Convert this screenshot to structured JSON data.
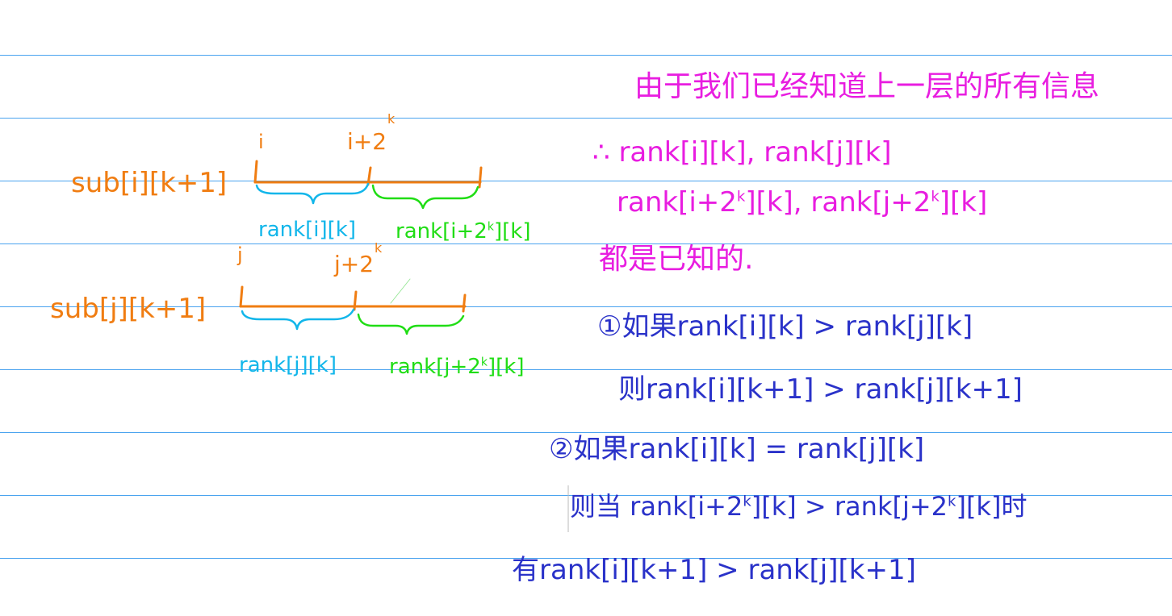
{
  "colors": {
    "orange": "#f07d12",
    "cyan": "#12b6ea",
    "green": "#20dd15",
    "magenta": "#e81de0",
    "blue": "#2a32c9",
    "rule": "#4aa3ef"
  },
  "left_diagram": {
    "row_i": {
      "label": "sub[i][k+1]",
      "start_mark": "i",
      "mid_mark": "i+2",
      "mid_exp": "k",
      "left_half": "rank[i][k]",
      "right_half": "rank[i+2",
      "right_half_exp": "k",
      "right_half_tail": "][k]"
    },
    "row_j": {
      "label": "sub[j][k+1]",
      "start_mark": "j",
      "mid_mark": "j+2",
      "mid_exp": "k",
      "left_half": "rank[j][k]",
      "right_half": "rank[j+2",
      "right_half_exp": "k",
      "right_half_tail": "][k]"
    }
  },
  "right_notes": {
    "heading": "由于我们已经知道上一层的所有信息",
    "line1": "∴ rank[i][k], rank[j][k]",
    "line2_a": "rank[i+2",
    "line2_a_exp": "k",
    "line2_a_tail": "][k], rank[j+2",
    "line2_b_exp": "k",
    "line2_b_tail": "][k]",
    "line3": "都是已知的.",
    "case1_num": "①",
    "case1_cond": "如果rank[i][k] > rank[j][k]",
    "case1_then": "则rank[i][k+1] > rank[j][k+1]",
    "case2_num": "②",
    "case2_cond": "如果rank[i][k] = rank[j][k]",
    "case2_then_a": "则当 rank[i+2",
    "case2_then_a_exp": "k",
    "case2_then_mid": "][k] > rank[j+2",
    "case2_then_b_exp": "k",
    "case2_then_tail": "][k]时",
    "conclusion": "有rank[i][k+1] > rank[j][k+1]"
  }
}
